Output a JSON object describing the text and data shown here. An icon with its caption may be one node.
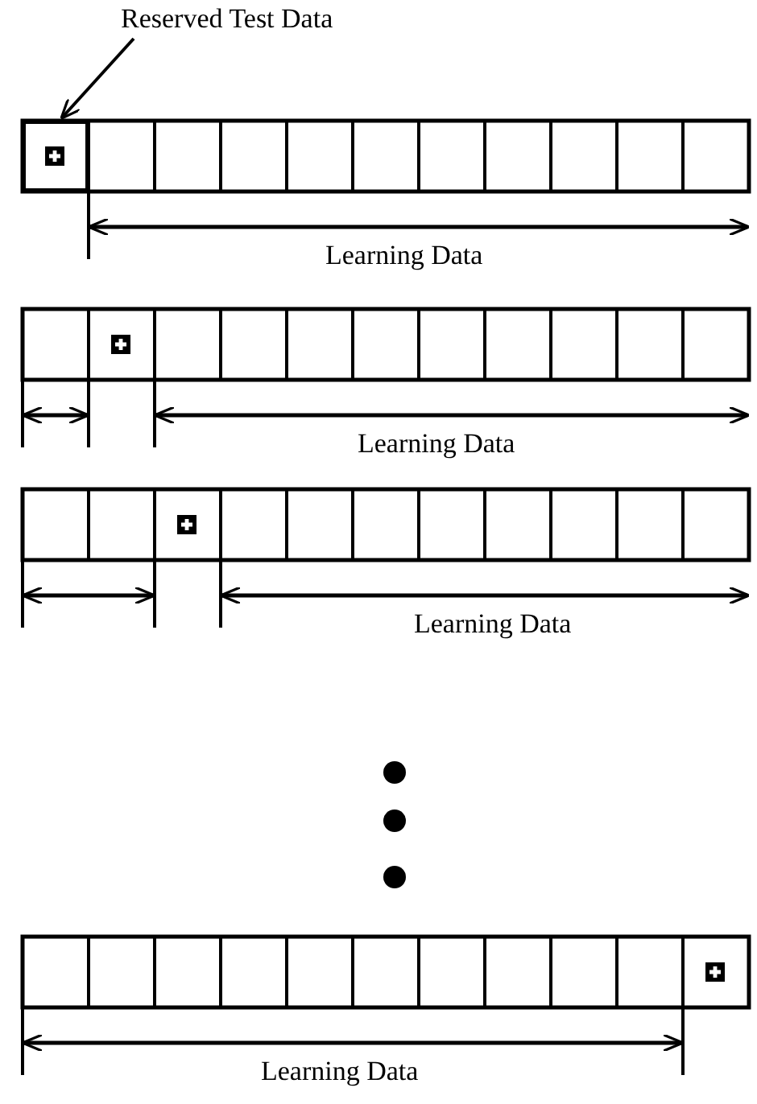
{
  "diagram": {
    "nodes": [
      {
        "text": [
          "Reserved Test Data"
        ]
      },
      {
        "text": [],
        "shape": "box"
      }
    ],
    "edges": [
      {
        "from": 0,
        "to": 1,
        "arrow": "to"
      }
    ],
    "labels": [
      "Learning Data",
      "Learning Data",
      "Learning Data",
      "Learning Data"
    ]
  }
}
